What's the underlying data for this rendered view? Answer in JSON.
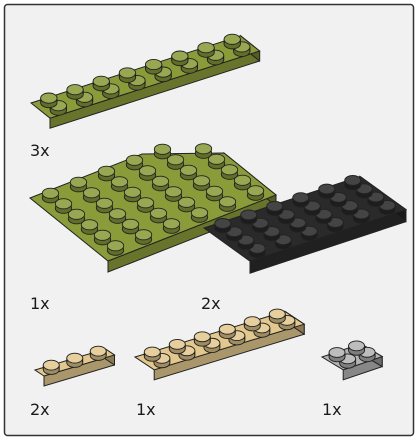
{
  "parts": [
    {
      "id": "olive-plate-long",
      "quantity": "3x",
      "color": "#8a9b3a",
      "color_name": "olive green"
    },
    {
      "id": "olive-wedge-plate",
      "quantity": "1x",
      "color": "#8a9b3a",
      "color_name": "olive green"
    },
    {
      "id": "black-plate",
      "quantity": "2x",
      "color": "#2a2a2a",
      "color_name": "black"
    },
    {
      "id": "tan-plate-small",
      "quantity": "2x",
      "color": "#e3c88e",
      "color_name": "tan"
    },
    {
      "id": "tan-plate-long",
      "quantity": "1x",
      "color": "#e3c88e",
      "color_name": "tan"
    },
    {
      "id": "gray-plate",
      "quantity": "1x",
      "color": "#b4b4b4",
      "color_name": "light gray"
    }
  ],
  "colors": {
    "border": "#333333",
    "background": "#f1f1f1"
  }
}
